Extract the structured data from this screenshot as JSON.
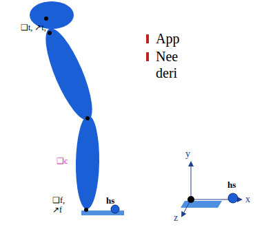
{
  "diagram": {
    "labels": [
      "❑t, ↗t,",
      "❑c",
      "❑f,",
      "↗f",
      "hs",
      "App",
      "Nee",
      "deri",
      "y",
      "x",
      "z",
      "hs"
    ]
  }
}
